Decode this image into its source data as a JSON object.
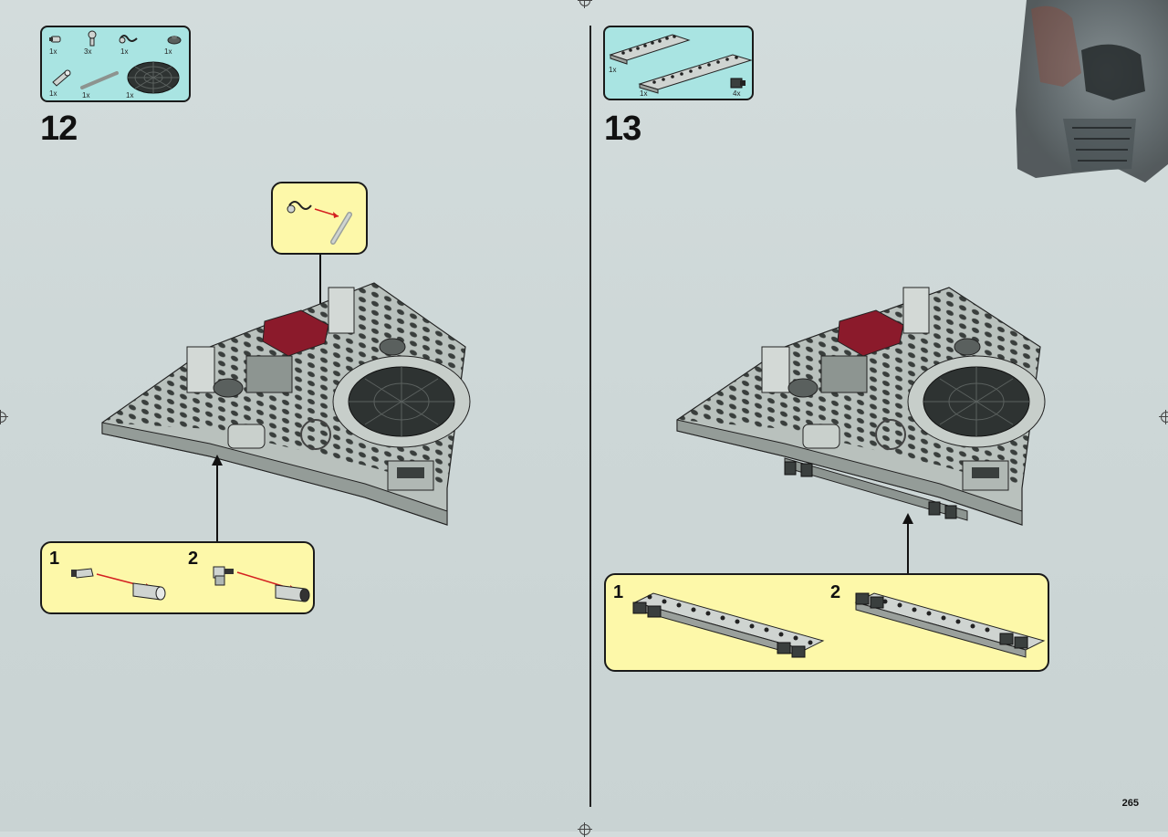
{
  "left_step": {
    "number": "12",
    "parts": [
      {
        "qty": "1x",
        "icon": "connector-piece-icon"
      },
      {
        "qty": "3x",
        "icon": "pin-piece-icon"
      },
      {
        "qty": "1x",
        "icon": "clip-piece-icon"
      },
      {
        "qty": "1x",
        "icon": "round-tile-icon"
      },
      {
        "qty": "1x",
        "icon": "cylinder-piece-icon"
      },
      {
        "qty": "1x",
        "icon": "bar-piece-icon"
      },
      {
        "qty": "1x",
        "icon": "dish-grille-icon"
      }
    ],
    "subassembly": [
      {
        "num": "1"
      },
      {
        "num": "2"
      }
    ]
  },
  "right_step": {
    "number": "13",
    "parts": [
      {
        "qty": "1x",
        "icon": "plate-2x8-icon"
      },
      {
        "qty": "1x",
        "icon": "plate-2x10-icon"
      },
      {
        "qty": "4x",
        "icon": "clip-plate-icon"
      }
    ],
    "subassembly": [
      {
        "num": "1"
      },
      {
        "num": "2"
      }
    ]
  },
  "page_number": "265",
  "colors": {
    "parts_box": "#a9e4e2",
    "callout": "#fdf8a9",
    "dark_red": "#8b1a2b",
    "light_gray": "#b9c1bd",
    "dark_gray": "#2f3433"
  }
}
